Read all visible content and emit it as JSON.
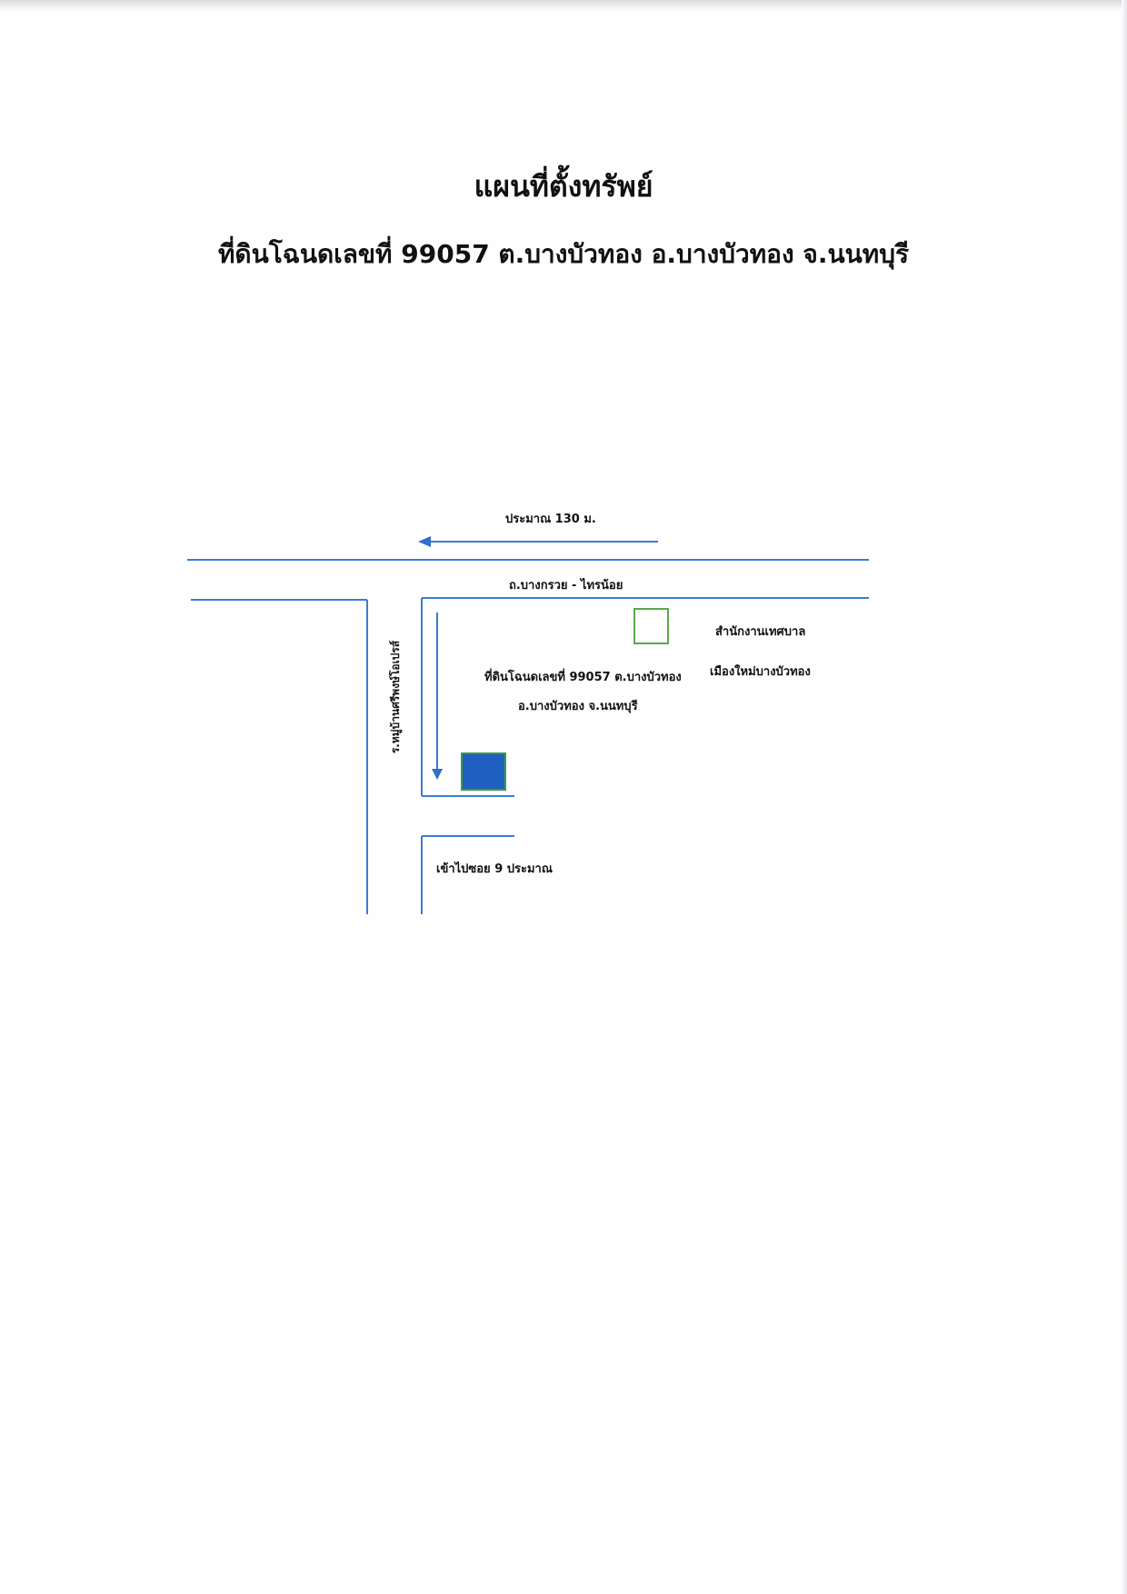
{
  "title": "แผนที่ตั้งทรัพย์",
  "subtitle": "ที่ดินโฉนดเลขที่ 99057 ต.บางบัวทอง อ.บางบัวทอง จ.นนทบุรี",
  "map": {
    "distance_label": "ประมาณ 130 ม.",
    "main_road_label": "ถ.บางกรวย - ไทรน้อย",
    "side_road_label": "ร.หมู่บ้านศรีพงษ์โอเปรส์",
    "office_label_line1": "สำนักงานเทศบาล",
    "office_label_line2": "เมืองใหม่บางบัวทอง",
    "plot_label_line1": "ที่ดินโฉนดเลขที่ 99057 ต.บางบัวทอง",
    "plot_label_line2": "อ.บางบัวทอง จ.นนทบุรี",
    "soi_label": "เข้าไปซอย 9 ประมาณ",
    "colors": {
      "road": "#3b7bd0",
      "arrow": "#2f6fc9",
      "plot_fill": "#1f5fbf",
      "plot_border": "#3e9a3e",
      "office_border": "#5aa84a"
    }
  }
}
